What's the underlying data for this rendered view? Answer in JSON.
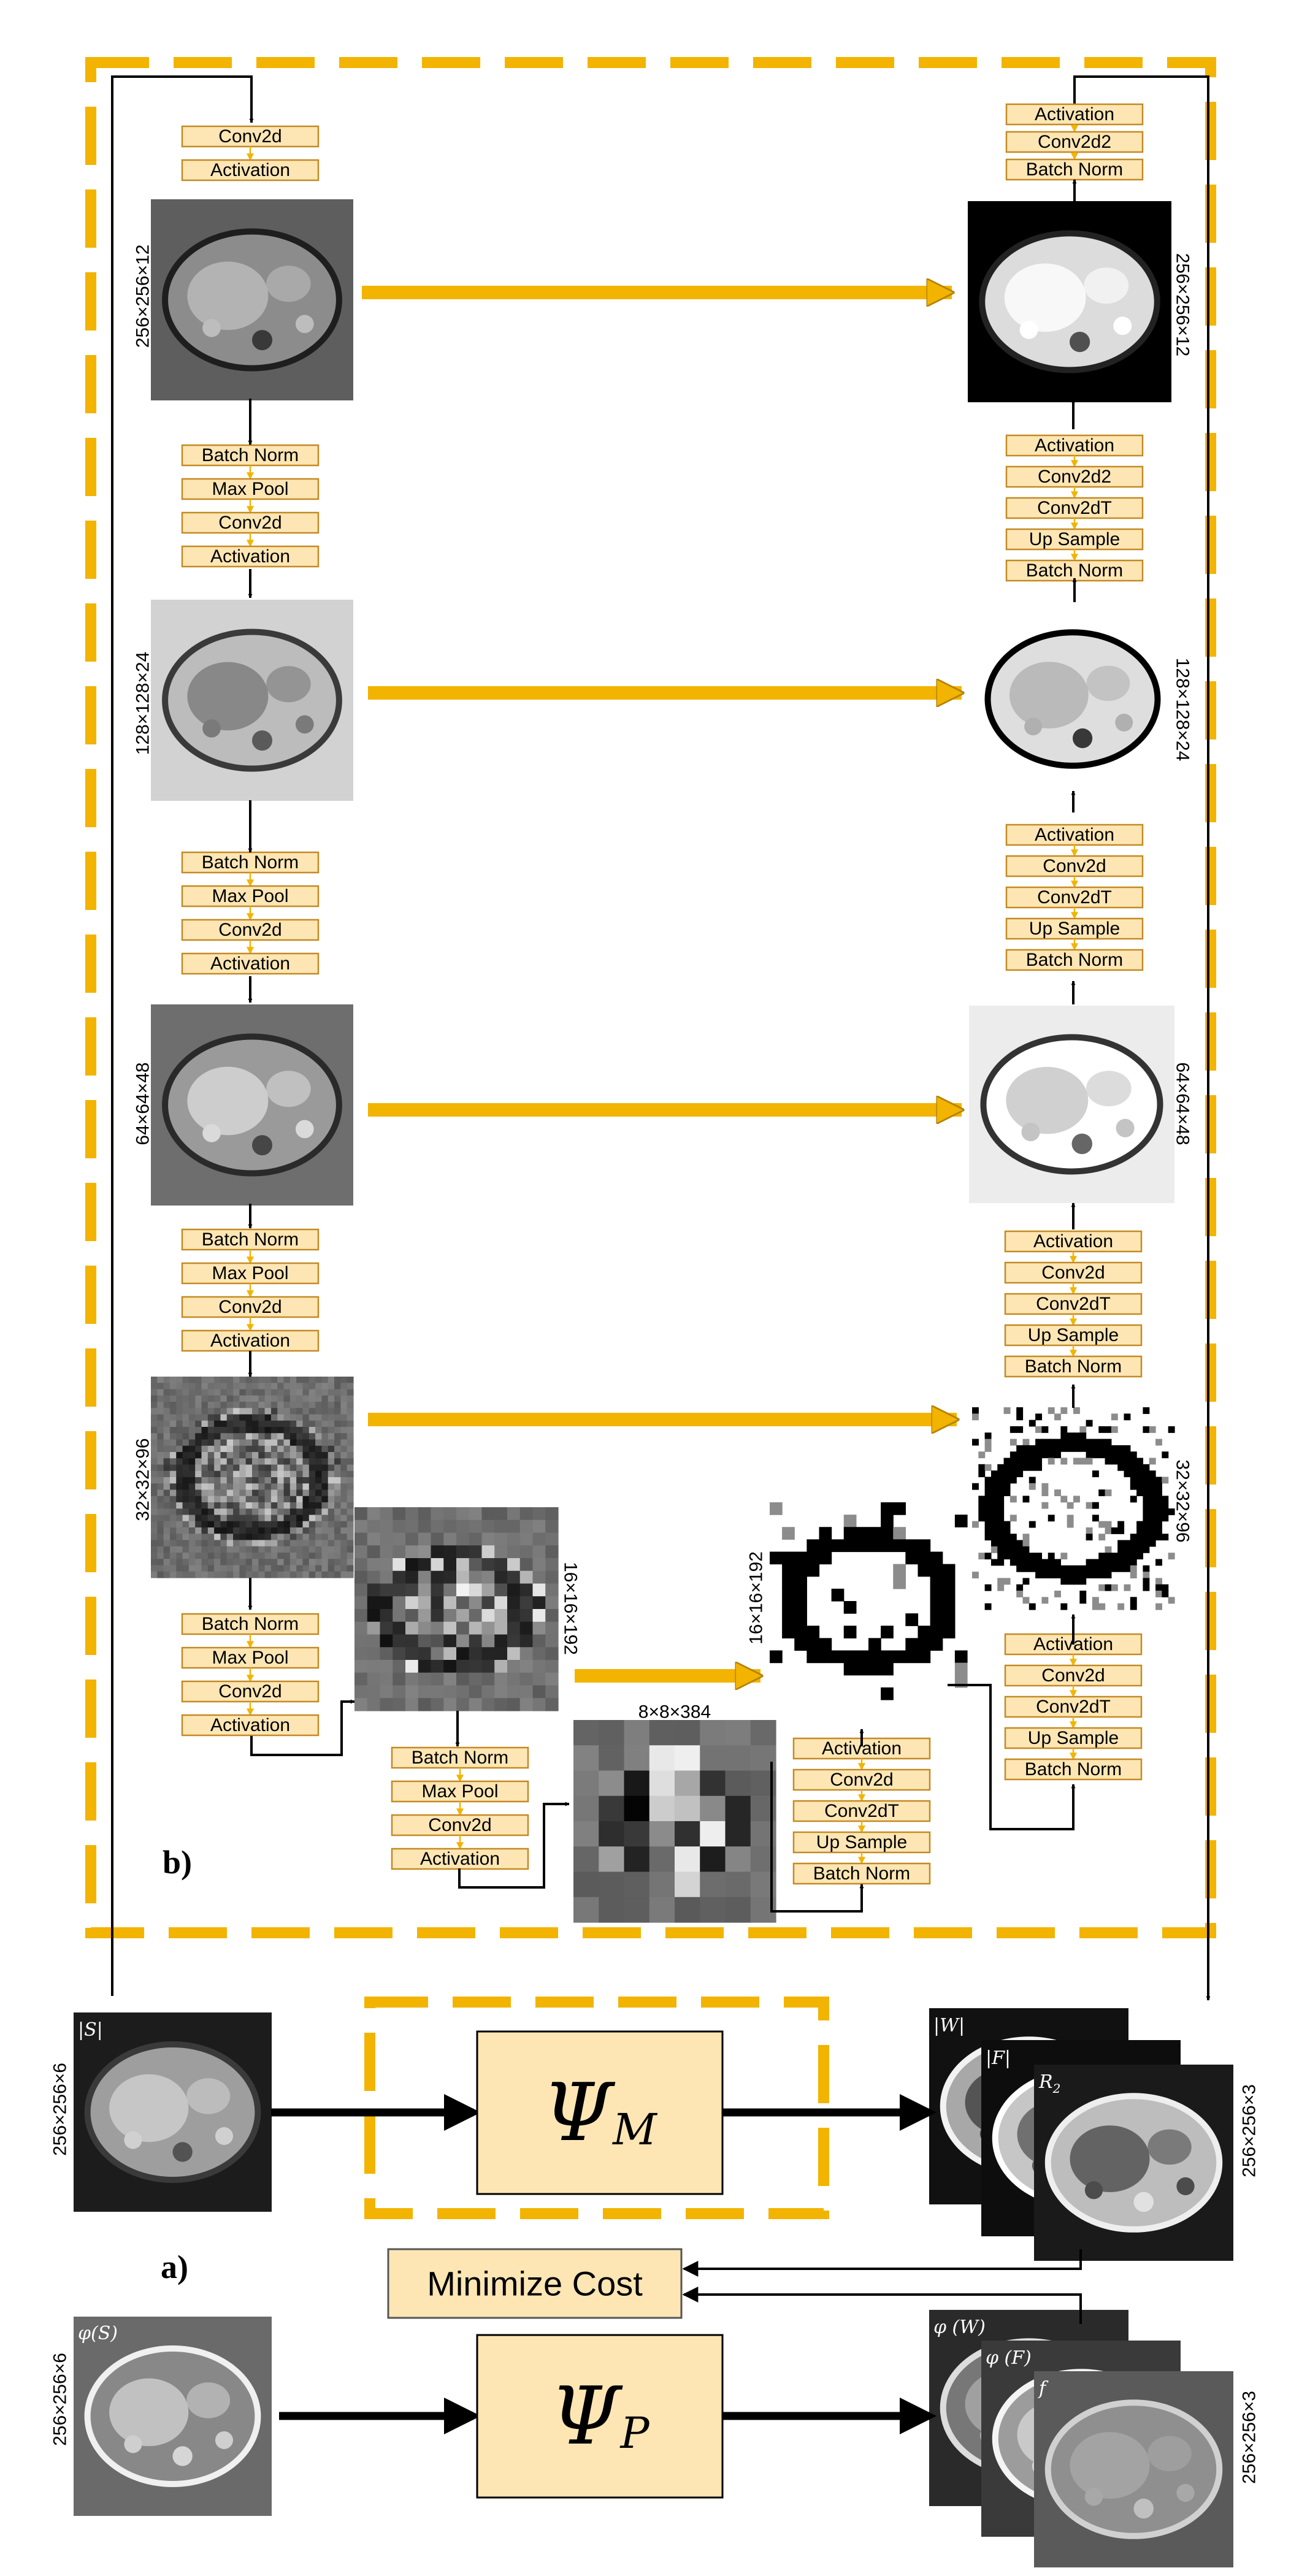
{
  "panel_labels": {
    "a": "a)",
    "b": "b)"
  },
  "encoder": {
    "first_ops": [
      "Conv2d",
      "Activation"
    ],
    "down_ops": [
      "Batch Norm",
      "Max Pool",
      "Conv2d",
      "Activation"
    ],
    "dims": [
      "256×256×12",
      "128×128×24",
      "64×64×48",
      "32×32×96",
      "16×16×192"
    ],
    "bottleneck_dim": "8×8×384"
  },
  "decoder": {
    "top_ops": [
      "Activation",
      "Conv2d2",
      "Batch Norm"
    ],
    "up_ops_first": [
      "Activation",
      "Conv2d2",
      "Conv2dT",
      "Up Sample",
      "Batch Norm"
    ],
    "up_ops": [
      "Activation",
      "Conv2d",
      "Conv2dT",
      "Up Sample",
      "Batch Norm"
    ],
    "dims": [
      "256×256×12",
      "128×128×24",
      "64×64×48",
      "32×32×96",
      "16×16×192"
    ]
  },
  "magnitude_branch": {
    "input_label": "|S|",
    "input_dim": "256×256×6",
    "network": "Ψ_M",
    "network_main": "Ψ",
    "network_sub": "M",
    "output_labels": [
      "|W|",
      "|F|",
      "R",
      "2"
    ],
    "output_dim": "256×256×3"
  },
  "phase_branch": {
    "input_label": "φ(S)",
    "input_dim": "256×256×6",
    "network": "Ψ_P",
    "network_main": "Ψ",
    "network_sub": "P",
    "output_labels": [
      "φ (W)",
      "φ (F)",
      "f"
    ],
    "output_dim": "256×256×3"
  },
  "cost_label": "Minimize Cost",
  "colors": {
    "accent": "#f2b400",
    "box_fill": "#fde6b4",
    "box_border": "#c48a22"
  }
}
